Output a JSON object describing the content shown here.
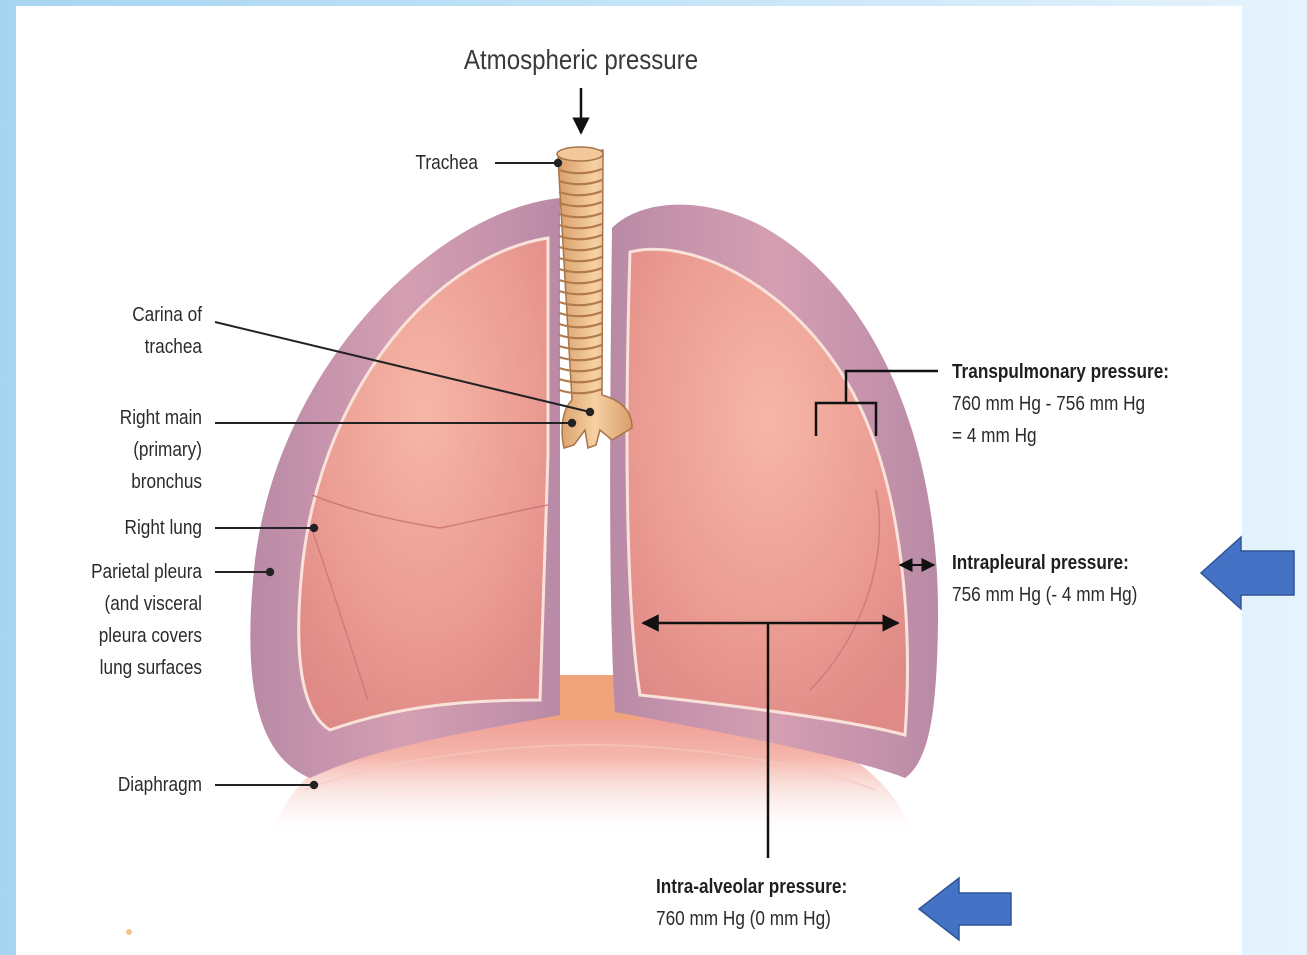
{
  "title": "Atmospheric pressure",
  "left_labels": {
    "trachea": "Trachea",
    "carina": [
      "Carina of",
      "trachea"
    ],
    "bronchus": [
      "Right main",
      "(primary)",
      "bronchus"
    ],
    "right_lung": "Right lung",
    "pleura": [
      "Parietal pleura",
      "(and visceral",
      "pleura covers",
      "lung surfaces"
    ],
    "diaphragm": "Diaphragm"
  },
  "transpulmonary": {
    "heading": "Transpulmonary pressure:",
    "line1": "760 mm Hg - 756 mm Hg",
    "line2": "= 4 mm Hg"
  },
  "intrapleural": {
    "heading": "Intrapleural pressure:",
    "value": "756 mm Hg (- 4 mm Hg)"
  },
  "intra_alveolar": {
    "heading": "Intra-alveolar pressure:",
    "value": "760 mm Hg (0 mm Hg)"
  },
  "colors": {
    "pleura": "#c08aa8",
    "lung": "#e9928f",
    "trachea": "#e9b982",
    "highlight_arrow": "#4472c4"
  }
}
